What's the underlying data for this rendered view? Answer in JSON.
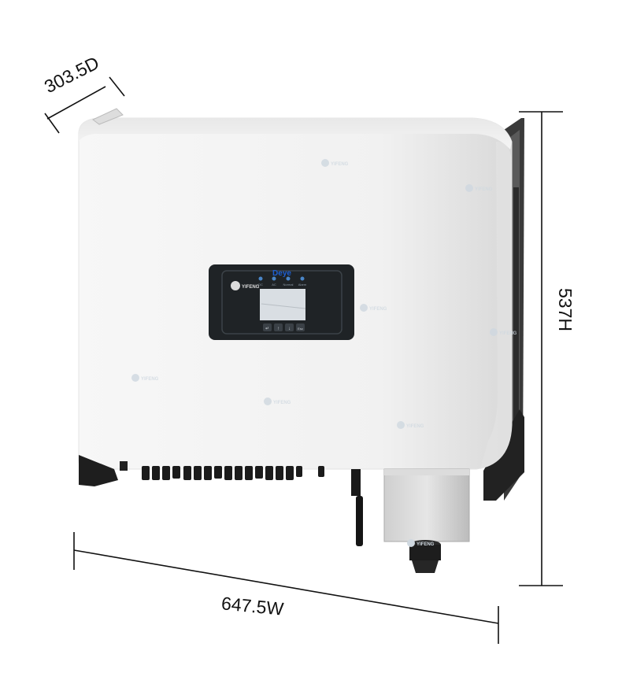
{
  "dimensions": {
    "depth": "303.5D",
    "height": "537H",
    "width": "647.5W"
  },
  "display_panel": {
    "brand": "Deye",
    "indicators": [
      "DC",
      "AC",
      "Normal",
      "Alarm"
    ],
    "buttons": [
      "↵",
      "↑",
      "↓",
      "Esc"
    ]
  },
  "watermark": "YIFENG",
  "colors": {
    "body": "#f4f4f4",
    "panel": "#1f2326",
    "screen": "#d9dee3",
    "bracket": "#2a2a2a",
    "brand_blue": "#1d5fd1"
  }
}
